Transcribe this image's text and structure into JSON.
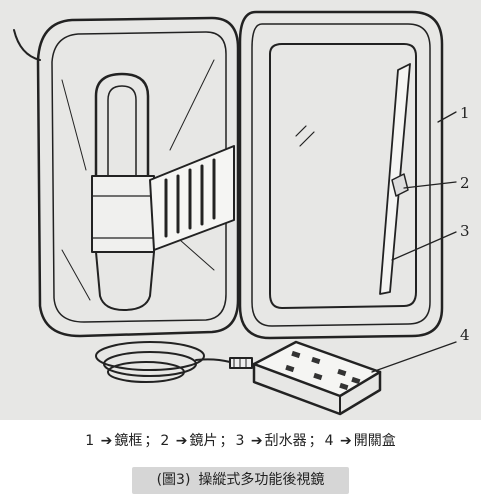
{
  "callouts": [
    "1",
    "2",
    "3",
    "4"
  ],
  "legend": [
    {
      "num": "1",
      "arrow": "➔",
      "label": "鏡框"
    },
    {
      "num": "2",
      "arrow": "➔",
      "label": "鏡片"
    },
    {
      "num": "3",
      "arrow": "➔",
      "label": "刮水器"
    },
    {
      "num": "4",
      "arrow": "➔",
      "label": "開關盒"
    }
  ],
  "separator": "；",
  "caption": {
    "fig": "(圖3)",
    "title": "操縱式多功能後視鏡"
  }
}
